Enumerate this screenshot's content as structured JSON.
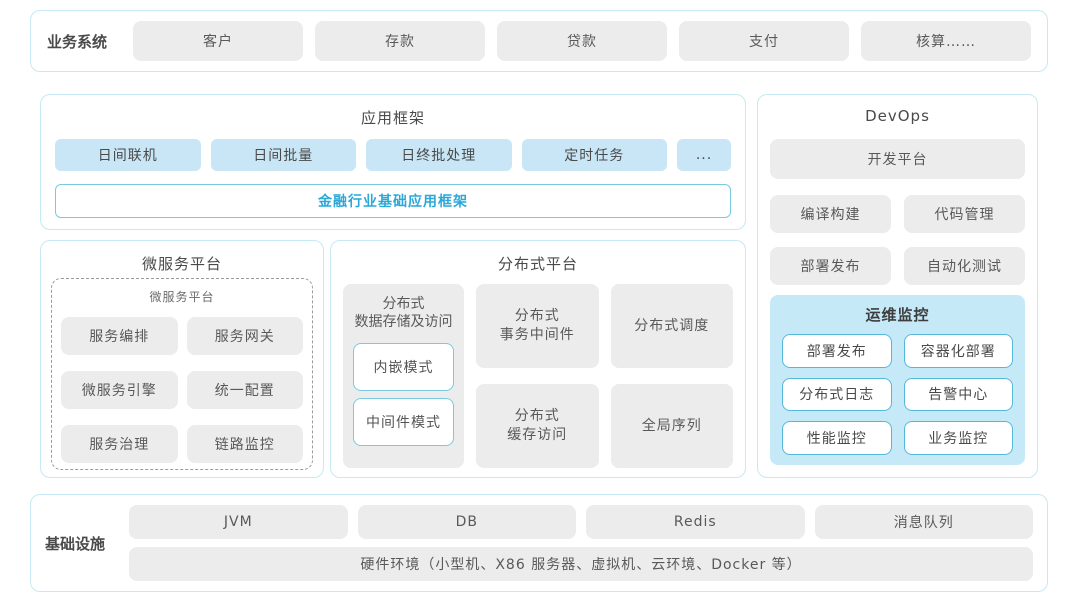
{
  "business_systems": {
    "label": "业务系统",
    "items": [
      "客户",
      "存款",
      "贷款",
      "支付",
      "核算……"
    ]
  },
  "app_framework": {
    "title": "应用框架",
    "items": [
      "日间联机",
      "日间批量",
      "日终批处理",
      "定时任务",
      "..."
    ],
    "base_framework": "金融行业基础应用框架"
  },
  "devops": {
    "title": "DevOps",
    "dev_platform": "开发平台",
    "items": [
      "编译构建",
      "代码管理",
      "部署发布",
      "自动化测试"
    ],
    "ops_monitor": {
      "title": "运维监控",
      "items": [
        "部署发布",
        "容器化部署",
        "分布式日志",
        "告警中心",
        "性能监控",
        "业务监控"
      ]
    }
  },
  "microservice_platform": {
    "title": "微服务平台",
    "inner_title": "微服务平台",
    "items": [
      "服务编排",
      "服务网关",
      "微服务引擎",
      "统一配置",
      "服务治理",
      "链路监控"
    ]
  },
  "distributed_platform": {
    "title": "分布式平台",
    "storage": {
      "line1": "分布式",
      "line2": "数据存储及访问",
      "modes": [
        "内嵌模式",
        "中间件模式"
      ]
    },
    "cells": [
      {
        "line1": "分布式",
        "line2": "事务中间件"
      },
      {
        "line1": "分布式调度",
        "line2": ""
      },
      {
        "line1": "分布式",
        "line2": "缓存访问"
      },
      {
        "line1": "全局序列",
        "line2": ""
      }
    ]
  },
  "infrastructure": {
    "label": "基础设施",
    "items": [
      "JVM",
      "DB",
      "Redis",
      "消息队列"
    ],
    "hardware": "硬件环境（小型机、X86 服务器、虚拟机、云环境、Docker 等）"
  },
  "colors": {
    "panel_border": "#c6e9f3",
    "gray_box": "#ececec",
    "blue_box": "#c8e6f5",
    "accent_blue": "#2ba8d8",
    "ops_monitor_bg": "#c6e9f8",
    "ops_item_border": "#55b8db"
  }
}
